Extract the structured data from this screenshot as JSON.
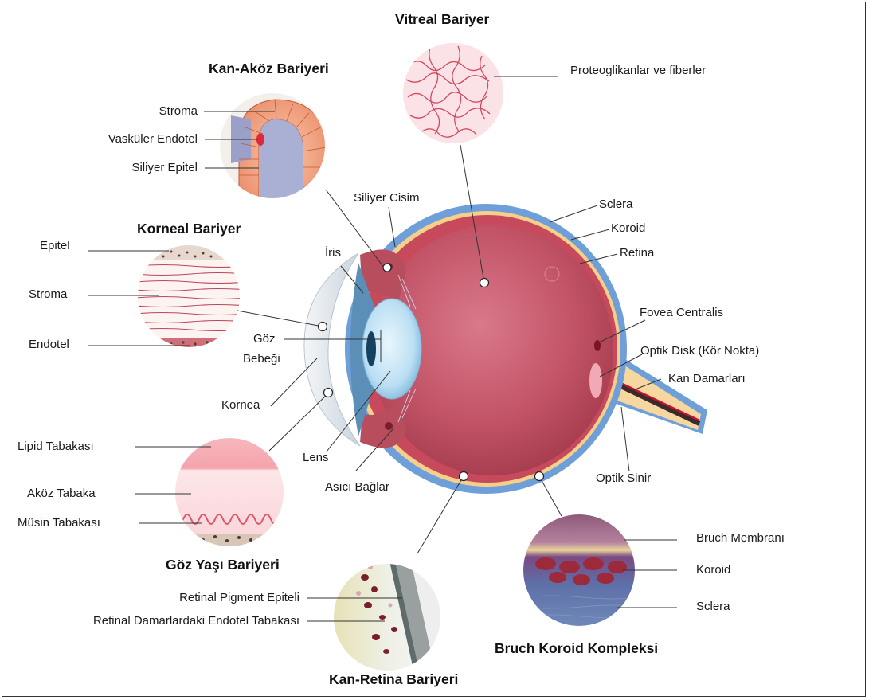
{
  "titles": {
    "vitreal": "Vitreal Bariyer",
    "kan_akoz": "Kan-Aköz Bariyeri",
    "korneal": "Korneal Bariyer",
    "goz_yasi": "Göz Yaşı Bariyeri",
    "kan_retina": "Kan-Retina Bariyeri",
    "bruch": "Bruch Koroid Kompleksi"
  },
  "labels": {
    "proteoglikanlar": "Proteoglikanlar ve fiberler",
    "stroma_ka": "Stroma",
    "vaskuler_endotel": "Vasküler Endotel",
    "siliyer_epitel": "Siliyer Epitel",
    "siliyer_cisim": "Siliyer Cisim",
    "sclera": "Sclera",
    "koroid": "Koroid",
    "retina": "Retina",
    "epitel": "Epitel",
    "stroma_k": "Stroma",
    "endotel": "Endotel",
    "iris": "İris",
    "goz": "Göz",
    "bebegi": "Bebeği",
    "kornea": "Kornea",
    "fovea": "Fovea Centralis",
    "optik_disk": "Optik Disk (Kör Nokta)",
    "kan_damarlari": "Kan Damarları",
    "optik_sinir": "Optik Sinir",
    "lipid": "Lipid Tabakası",
    "akoz_tabaka": "Aköz Tabaka",
    "musin": "Müsin Tabakası",
    "lens": "Lens",
    "asici": "Asıcı Bağlar",
    "bruch_membrani": "Bruch Membranı",
    "koroid_b": "Koroid",
    "sclera_b": "Sclera",
    "rpe": "Retinal Pigment Epiteli",
    "retinal_endotel": "Retinal Damarlardaki Endotel Tabakası"
  },
  "colors": {
    "sclera_blue": "#6e9fd8",
    "choroid_cream": "#f6d08a",
    "vitreous_red": "#b84a5c",
    "vessel_red": "#c8102e",
    "lens_blue": "#bfe0f5",
    "cornea_grey": "#dfe5ea"
  }
}
